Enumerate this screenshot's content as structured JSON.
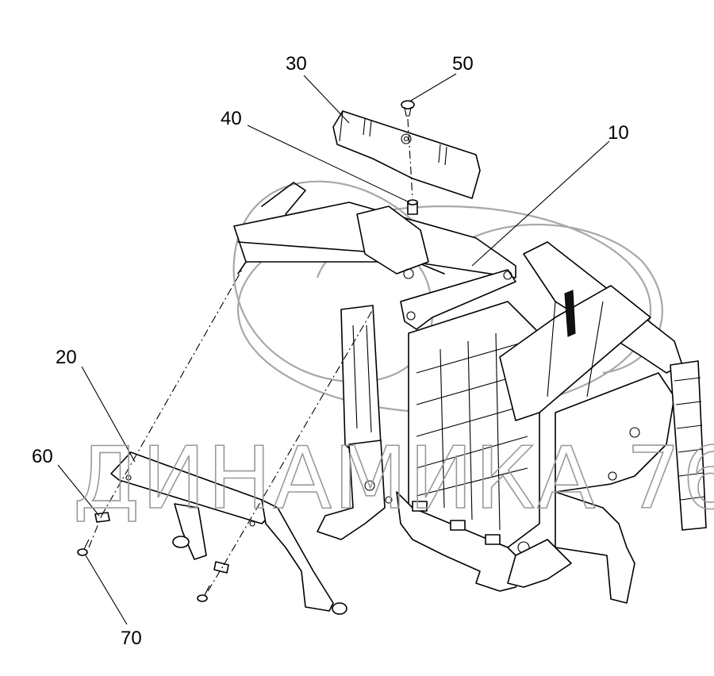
{
  "diagram": {
    "callouts": [
      {
        "id": "c10",
        "label": "10"
      },
      {
        "id": "c20",
        "label": "20"
      },
      {
        "id": "c30",
        "label": "30"
      },
      {
        "id": "c40",
        "label": "40"
      },
      {
        "id": "c50",
        "label": "50"
      },
      {
        "id": "c60",
        "label": "60"
      },
      {
        "id": "c70",
        "label": "70"
      }
    ],
    "watermark": "ДИНАМИКА 76"
  }
}
